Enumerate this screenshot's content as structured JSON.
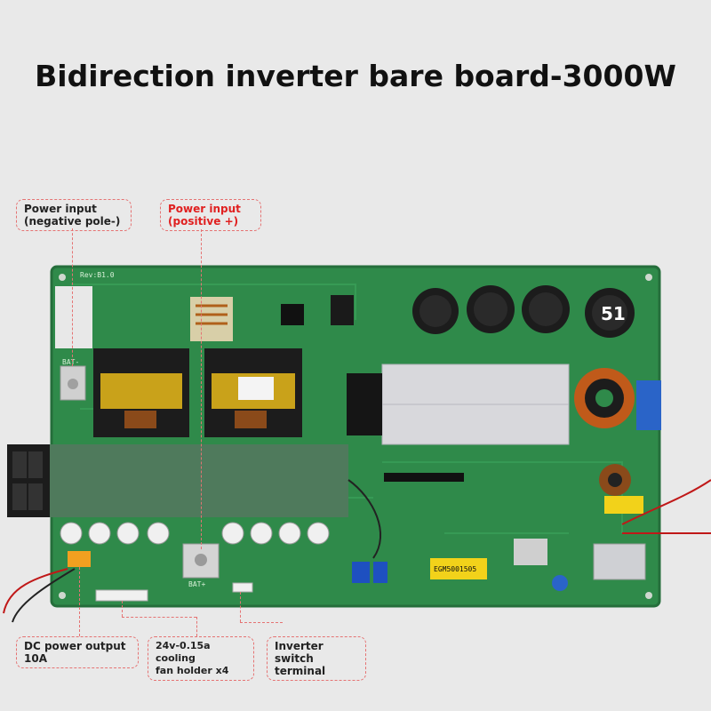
{
  "title": "Bidirection inverter bare board-3000W",
  "labels": {
    "neg_input": {
      "line1": "Power input",
      "line2": "(negative pole-)"
    },
    "pos_input": {
      "line1": "Power input",
      "line2": "(positive +)"
    },
    "dc_output": {
      "line1": "DC power output",
      "line2": "10A"
    },
    "fan_holder": {
      "line1": "24v-0.15a cooling",
      "line2": "fan holder x4"
    },
    "inverter_switch": {
      "line1": "Inverter switch",
      "line2": "terminal"
    }
  },
  "board_text": {
    "bat_plus": "BAT+",
    "bat_neg": "BAT-",
    "capacitor_mark": "51",
    "module_label": "EGM5001505",
    "rev": "Rev:B1.0"
  },
  "colors": {
    "pcb": "#2f8a4a",
    "annotation_line": "#e57373",
    "accent_red": "#e02020"
  }
}
